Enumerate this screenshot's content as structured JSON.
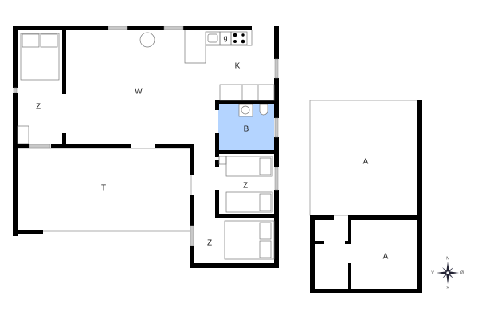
{
  "colors": {
    "wall": "#000000",
    "window": "#c8c8c8",
    "bathroom": "#b4d4ff",
    "line": "#888888"
  },
  "rooms": {
    "bedroom1": {
      "label": "Z"
    },
    "living": {
      "label": "W"
    },
    "kitchen": {
      "label": "K",
      "appliance_label": "g"
    },
    "bathroom": {
      "label": "B"
    },
    "terrace": {
      "label": "T"
    },
    "bedroom2": {
      "label": "Z"
    },
    "bedroom3": {
      "label": "Z"
    },
    "annex_large": {
      "label": "A"
    },
    "annex_small": {
      "label": "A"
    }
  },
  "compass": {
    "n": "N",
    "s": "S",
    "e": "Ø",
    "w": "V"
  }
}
